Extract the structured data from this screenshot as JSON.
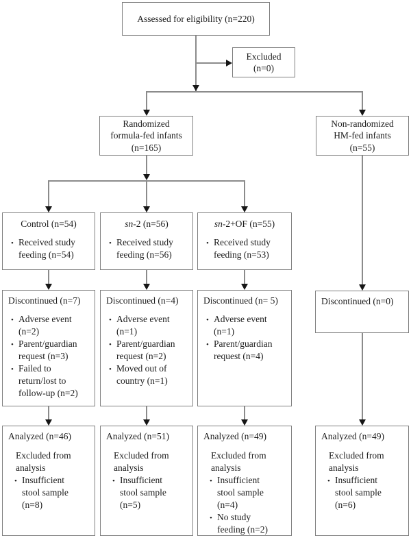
{
  "colors": {
    "background": "#ffffff",
    "box_border": "#7e7e7e",
    "connector_line": "#8b8b8b",
    "arrowhead": "#161616",
    "text": "#1b1b1b"
  },
  "nodes": {
    "assessed": {
      "text": "Assessed for eligibility (n=220)"
    },
    "excluded": {
      "text": "Excluded\n(n=0)"
    },
    "randomized": {
      "text": "Randomized\nformula-fed infants\n(n=165)"
    },
    "non_randomized": {
      "text": "Non-randomized\nHM-fed infants\n(n=55)"
    },
    "control": {
      "heading_italic": "",
      "heading_rest": "Control (n=54)",
      "bullets": [
        "Received study\nfeeding (n=54)"
      ]
    },
    "sn2": {
      "heading_italic": "sn",
      "heading_rest": "-2 (n=56)",
      "bullets": [
        "Received study\nfeeding (n=56)"
      ]
    },
    "sn2_of": {
      "heading_italic": "sn",
      "heading_rest": "-2+OF (n=55)",
      "bullets": [
        "Received study\nfeeding (n=53)"
      ]
    },
    "discontinued_control": {
      "heading": "Discontinued (n=7)",
      "bullets": [
        "Adverse event\n(n=2)",
        "Parent/guardian\nrequest (n=3)",
        "Failed to\nreturn/lost to\nfollow-up (n=2)"
      ]
    },
    "discontinued_sn2": {
      "heading": "Discontinued (n=4)",
      "bullets": [
        "Adverse event\n(n=1)",
        "Parent/guardian\nrequest (n=2)",
        "Moved out of\ncountry (n=1)"
      ]
    },
    "discontinued_sn2_of": {
      "heading": "Discontinued (n= 5)",
      "bullets": [
        "Adverse event\n(n=1)",
        "Parent/guardian\nrequest (n=4)"
      ]
    },
    "discontinued_hm": {
      "heading": "Discontinued (n=0)",
      "bullets": []
    },
    "analyzed_control": {
      "heading": "Analyzed (n=46)",
      "subheading": "Excluded from\nanalysis",
      "bullets": [
        "Insufficient\nstool sample\n(n=8)"
      ]
    },
    "analyzed_sn2": {
      "heading": "Analyzed (n=51)",
      "subheading": "Excluded from\nanalysis",
      "bullets": [
        "Insufficient\nstool sample\n(n=5)"
      ]
    },
    "analyzed_sn2_of": {
      "heading": "Analyzed (n=49)",
      "subheading": "Excluded from\nanalysis",
      "bullets": [
        "Insufficient\nstool sample\n(n=4)",
        "No study\nfeeding (n=2)"
      ]
    },
    "analyzed_hm": {
      "heading": "Analyzed (n=49)",
      "subheading": "Excluded from\nanalysis",
      "bullets": [
        "Insufficient\nstool sample\n(n=6)"
      ]
    }
  }
}
